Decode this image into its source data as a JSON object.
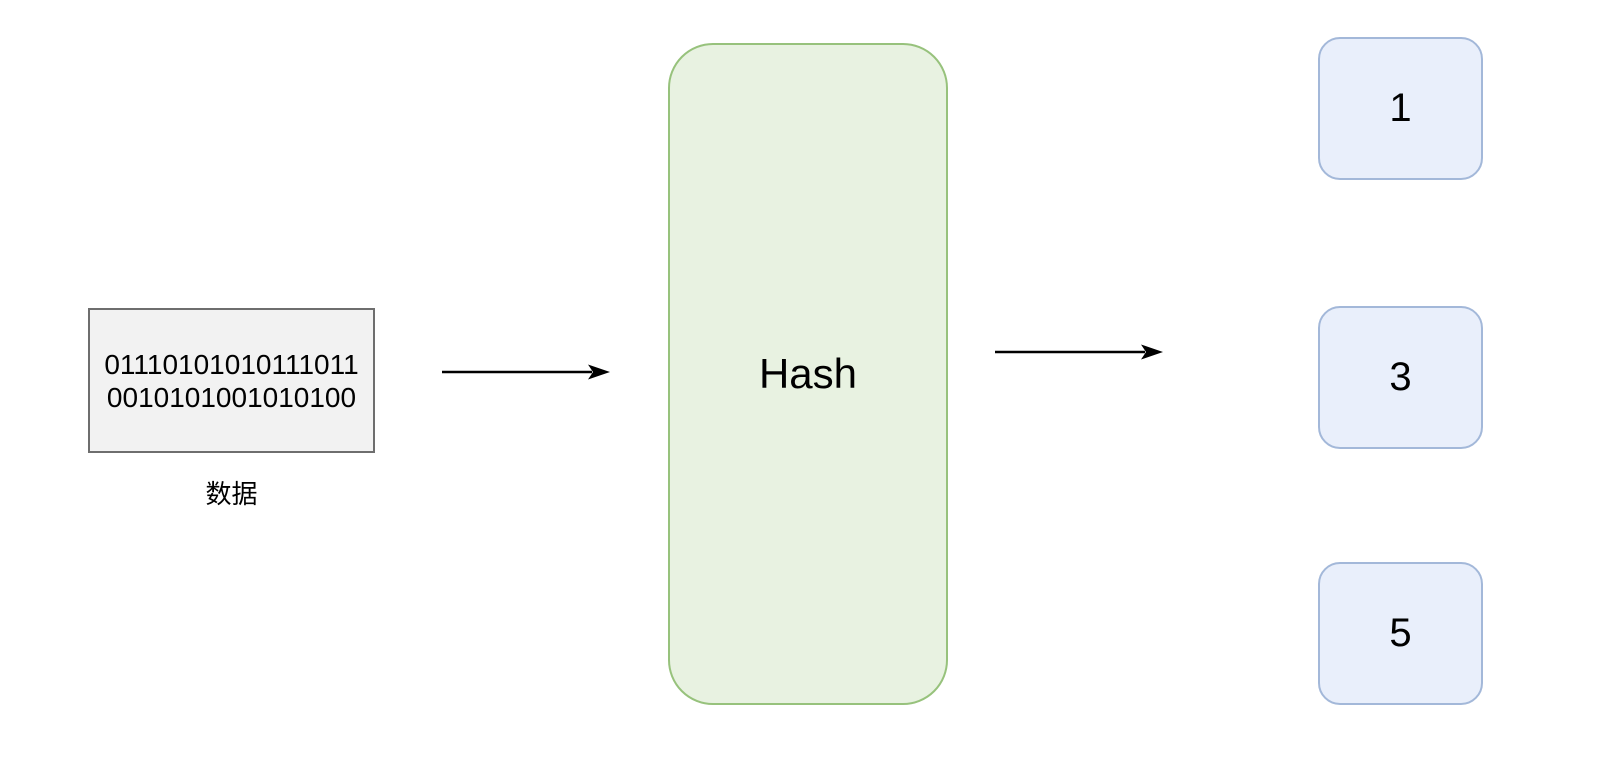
{
  "diagram": {
    "type": "hash-function-flow",
    "input": {
      "binary_line1": "01110101010111011",
      "binary_line2": "0010101001010100",
      "label": "数据"
    },
    "hash": {
      "label": "Hash"
    },
    "buckets": [
      {
        "label": "1"
      },
      {
        "label": "3"
      },
      {
        "label": "5"
      }
    ]
  },
  "colors": {
    "background": "#ffffff",
    "text": "#000000",
    "input_fill": "#f2f2f2",
    "input_border": "#6e6e6e",
    "hash_fill": "#e8f2e1",
    "hash_border": "#97c27c",
    "bucket_fill": "#e9effb",
    "bucket_border": "#a3b8d9",
    "arrow": "#000000"
  }
}
